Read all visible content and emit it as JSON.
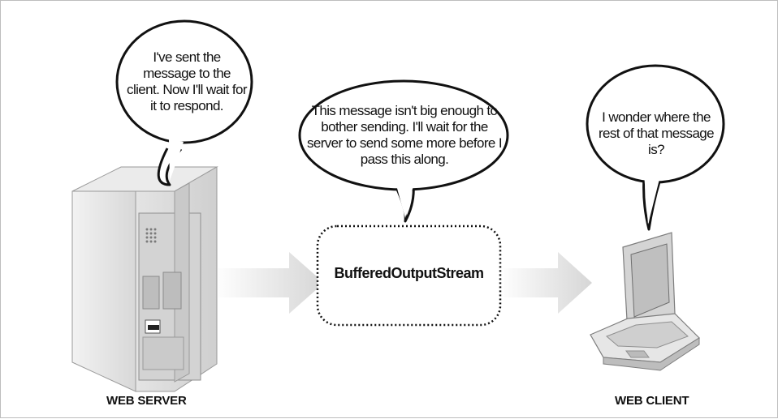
{
  "bubbles": {
    "server": "I've sent the message to the client. Now I'll wait for it to respond.",
    "stream": "This message isn't big enough to bother sending. I'll wait for the server to send some more before I pass this along.",
    "client": "I wonder where the rest of that message is?"
  },
  "stream_box": {
    "label": "BufferedOutputStream"
  },
  "labels": {
    "server": "WEB SERVER",
    "client": "WEB CLIENT"
  }
}
